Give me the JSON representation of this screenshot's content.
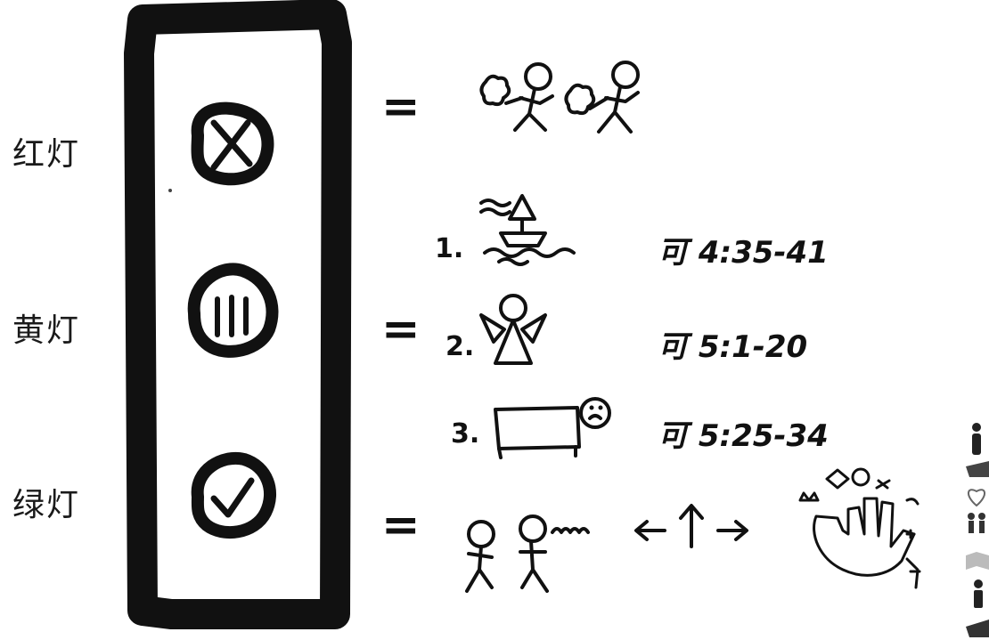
{
  "lights": [
    {
      "label": "红灯",
      "symbol": "x-mark-icon"
    },
    {
      "label": "黄灯",
      "symbol": "three-bars-icon"
    },
    {
      "label": "绿灯",
      "symbol": "check-mark-icon"
    }
  ],
  "equals": [
    "=",
    "=",
    "="
  ],
  "yellow_items": [
    {
      "number": "1.",
      "picture": "boat-in-storm-icon",
      "reference": "可 4:35-41"
    },
    {
      "number": "2.",
      "picture": "angel-figure-icon",
      "reference": "可 5:1-20"
    },
    {
      "number": "3.",
      "picture": "bed-with-sad-face-icon",
      "reference": "可 5:25-34"
    }
  ],
  "red_picture": "two-stick-figures-with-flowers-icon",
  "green_pictures": [
    "two-stick-figures-talking-icon",
    "left-up-right-arrows-icon",
    "hand-with-symbols-icon"
  ],
  "side_icons": [
    "person-icon",
    "handshake-icon",
    "heart-icon",
    "group-icon",
    "open-book-icon",
    "speaker-icon",
    "hands-icon"
  ],
  "colors": {
    "ink": "#111111",
    "background": "#ffffff"
  }
}
